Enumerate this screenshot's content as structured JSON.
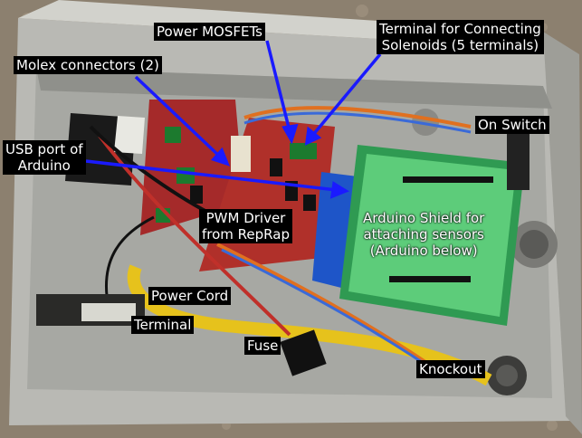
{
  "labels": {
    "power_mosfets": "Power MOSFETs",
    "terminal_solenoids_1": "Terminal for Connecting",
    "terminal_solenoids_2": "Solenoids (5 terminals)",
    "molex": "Molex connectors (2)",
    "usb_1": "USB port of",
    "usb_2": "Arduino",
    "on_switch": "On Switch",
    "pwm_1": "PWM Driver",
    "pwm_2": "from RepRap",
    "shield_1": "Arduino Shield for",
    "shield_2": "attaching sensors",
    "shield_3": "(Arduino below)",
    "power_cord": "Power Cord",
    "terminal": "Terminal",
    "fuse": "Fuse",
    "knockout": "Knockout"
  },
  "colors": {
    "arrow": "#1a1aff",
    "label_bg": "#000000",
    "label_text": "#ffffff"
  }
}
